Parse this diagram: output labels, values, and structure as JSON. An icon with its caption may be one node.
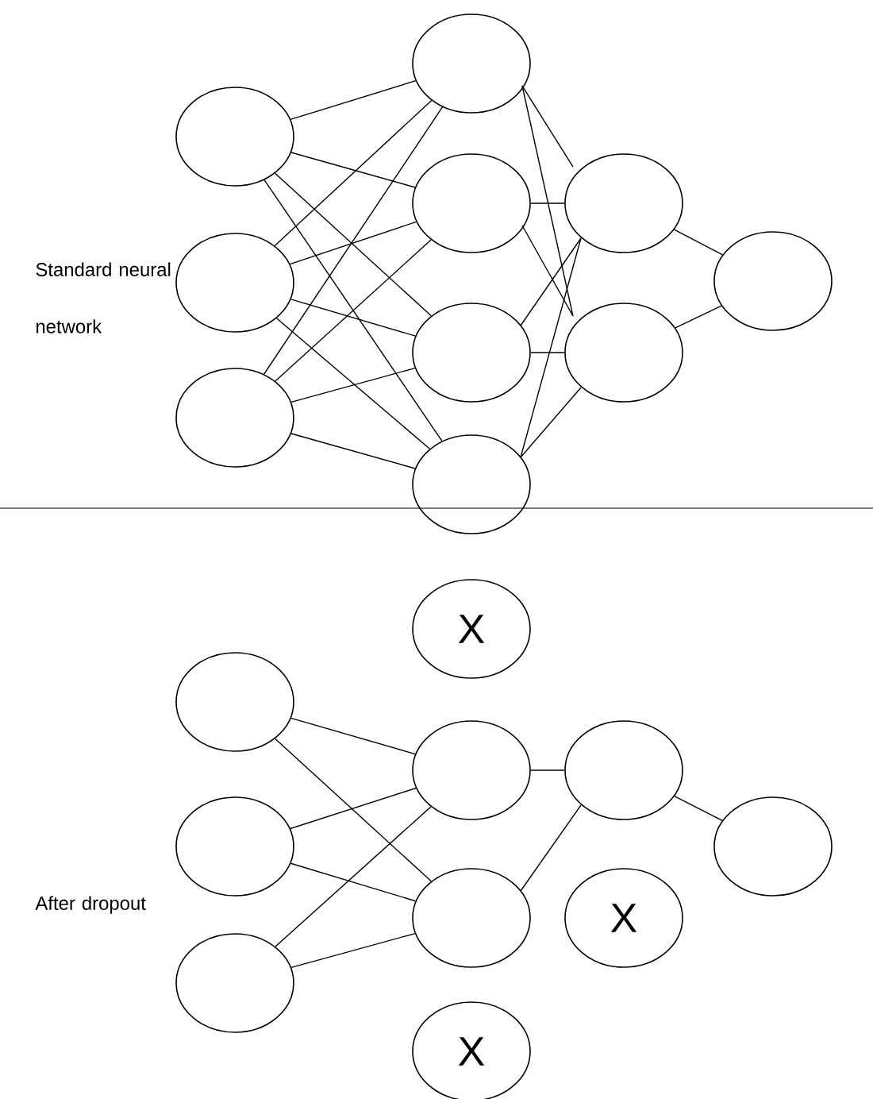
{
  "diagram": {
    "nodes": [
      {
        "text": [],
        "shape": "circle"
      },
      {
        "text": [],
        "shape": "circle"
      },
      {
        "text": [],
        "shape": "circle"
      },
      {
        "text": [],
        "shape": "circle"
      },
      {
        "text": [],
        "shape": "circle"
      },
      {
        "text": [],
        "shape": "circle"
      },
      {
        "text": [],
        "shape": "circle"
      },
      {
        "text": [],
        "shape": "circle"
      },
      {
        "text": [],
        "shape": "circle"
      },
      {
        "text": [],
        "shape": "circle"
      },
      {
        "text": [],
        "shape": "circle"
      },
      {
        "text": [],
        "shape": "circle"
      },
      {
        "text": [],
        "shape": "circle"
      },
      {
        "text": [
          "X"
        ]
      },
      {
        "text": [],
        "shape": "circle"
      },
      {
        "text": [],
        "shape": "circle"
      },
      {
        "text": [
          "X"
        ]
      },
      {
        "text": [],
        "shape": "circle"
      },
      {
        "text": [
          "X"
        ]
      },
      {
        "text": [],
        "shape": "circle"
      }
    ],
    "edges": [
      {
        "from": 0,
        "to": 3,
        "arrow": "none"
      },
      {
        "from": 0,
        "to": 4,
        "arrow": "none"
      },
      {
        "from": 0,
        "to": 5,
        "arrow": "none"
      },
      {
        "from": 0,
        "to": 6,
        "arrow": "none"
      },
      {
        "from": 1,
        "to": 3,
        "arrow": "none"
      },
      {
        "from": 1,
        "to": 4,
        "arrow": "none"
      },
      {
        "from": 1,
        "to": 5,
        "arrow": "none"
      },
      {
        "from": 1,
        "to": 6,
        "arrow": "none"
      },
      {
        "from": 2,
        "to": 3,
        "arrow": "none"
      },
      {
        "from": 2,
        "to": 4,
        "arrow": "none"
      },
      {
        "from": 2,
        "to": 5,
        "arrow": "none"
      },
      {
        "from": 2,
        "to": 6,
        "arrow": "none"
      },
      {
        "from": 3,
        "to": 7,
        "arrow": "none"
      },
      {
        "from": 3,
        "to": 8,
        "arrow": "none"
      },
      {
        "from": 4,
        "to": 7,
        "arrow": "none"
      },
      {
        "from": 4,
        "to": 8,
        "arrow": "none"
      },
      {
        "from": 5,
        "to": 7,
        "arrow": "none"
      },
      {
        "from": 5,
        "to": 8,
        "arrow": "none"
      },
      {
        "from": 6,
        "to": 7,
        "arrow": "none"
      },
      {
        "from": 6,
        "to": 8,
        "arrow": "none"
      },
      {
        "from": 7,
        "to": 9,
        "arrow": "none"
      },
      {
        "from": 8,
        "to": 9,
        "arrow": "none"
      },
      {
        "from": 10,
        "to": 14,
        "arrow": "none"
      },
      {
        "from": 10,
        "to": 15,
        "arrow": "none"
      },
      {
        "from": 11,
        "to": 14,
        "arrow": "none"
      },
      {
        "from": 11,
        "to": 15,
        "arrow": "none"
      },
      {
        "from": 12,
        "to": 14,
        "arrow": "none"
      },
      {
        "from": 12,
        "to": 15,
        "arrow": "none"
      },
      {
        "from": 14,
        "to": 17,
        "arrow": "none"
      },
      {
        "from": 15,
        "to": 17,
        "arrow": "none"
      },
      {
        "from": 17,
        "to": 19,
        "arrow": "none"
      }
    ],
    "labels": [
      "Standard neural network",
      "After dropout"
    ]
  }
}
